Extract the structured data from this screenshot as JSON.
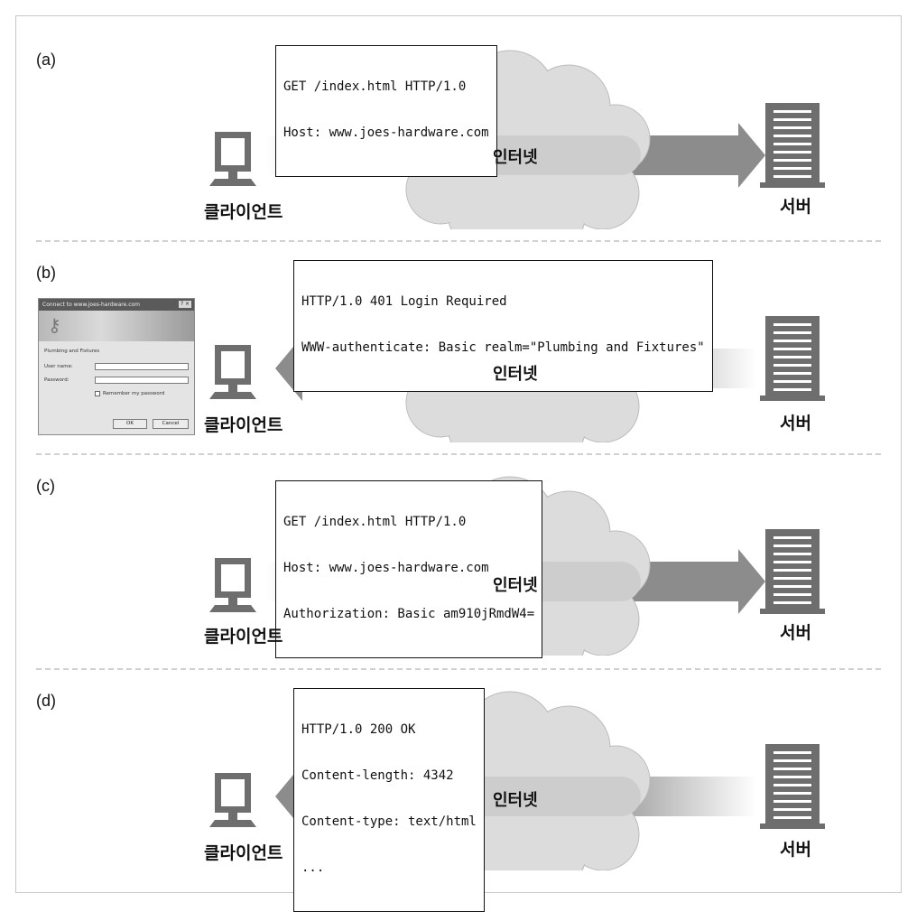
{
  "panels": [
    {
      "id": "a",
      "label": "(a)",
      "direction": "to-server",
      "message": [
        "GET /index.html HTTP/1.0",
        "Host: www.joes-hardware.com"
      ],
      "client_label": "클라이언트",
      "server_label": "서버",
      "internet_label": "인터넷"
    },
    {
      "id": "b",
      "label": "(b)",
      "direction": "to-client",
      "message": [
        "HTTP/1.0 401 Login Required",
        "WWW-authenticate: Basic realm=\"Plumbing and Fixtures\""
      ],
      "client_label": "클라이언트",
      "server_label": "서버",
      "internet_label": "인터넷"
    },
    {
      "id": "c",
      "label": "(c)",
      "direction": "to-server",
      "message": [
        "GET /index.html HTTP/1.0",
        "Host: www.joes-hardware.com",
        "Authorization: Basic am910jRmdW4="
      ],
      "client_label": "클라이언트",
      "server_label": "서버",
      "internet_label": "인터넷"
    },
    {
      "id": "d",
      "label": "(d)",
      "direction": "to-client",
      "message": [
        "HTTP/1.0 200 OK",
        "Content-length: 4342",
        "Content-type: text/html",
        "..."
      ],
      "client_label": "클라이언트",
      "server_label": "서버",
      "internet_label": "인터넷"
    }
  ],
  "login_dialog": {
    "title": "Connect to www.joes-hardware.com",
    "realm_text": "Plumbing and Fixtures",
    "user_label": "User name:",
    "password_label": "Password:",
    "remember_label": "Remember my password",
    "ok_label": "OK",
    "cancel_label": "Cancel"
  },
  "colors": {
    "arrow": "#8c8c8c",
    "cloud": "#dcdcdc",
    "device": "#6e6e6e",
    "border": "#c8c8c8"
  }
}
